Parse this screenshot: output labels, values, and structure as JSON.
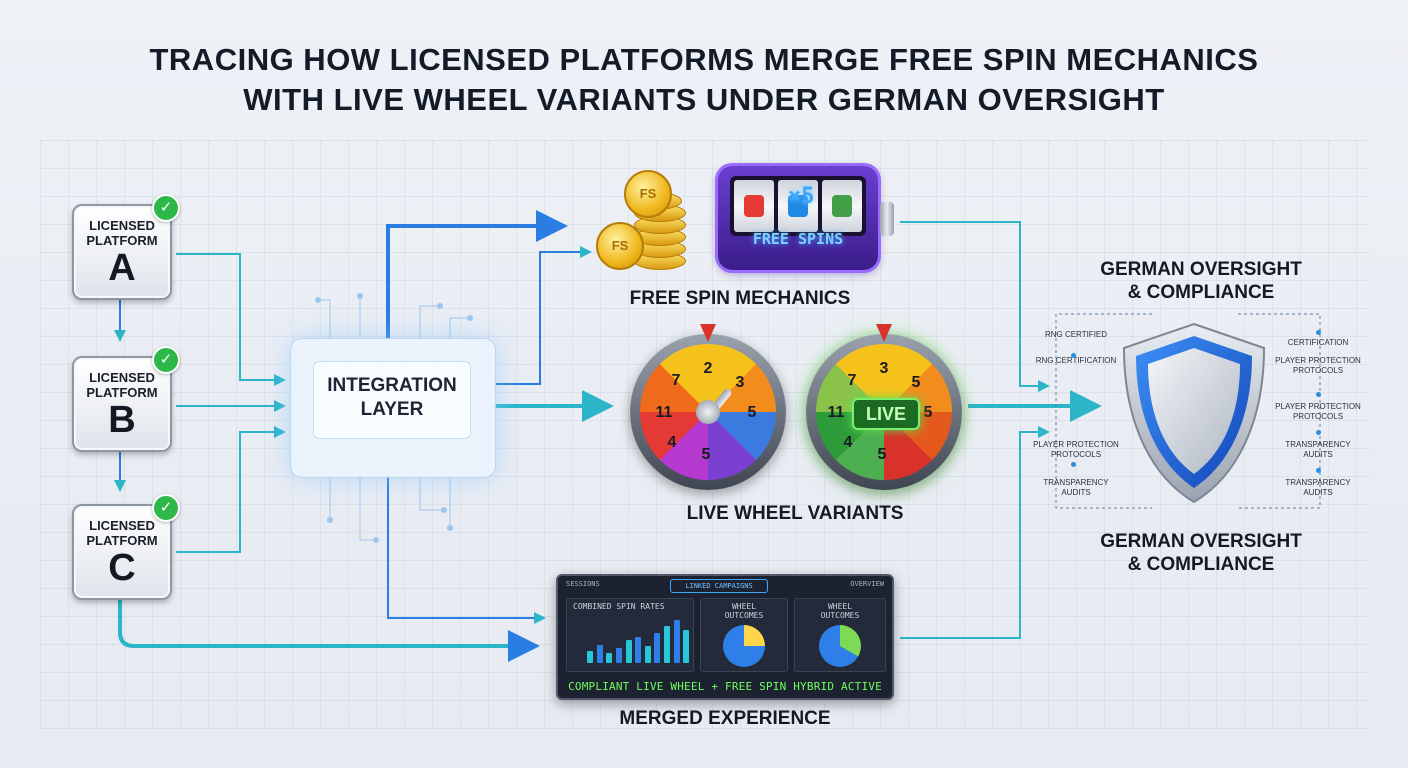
{
  "title_line1": "Tracing How Licensed Platforms Merge Free Spin Mechanics",
  "title_line2": "With Live Wheel Variants Under German Oversight",
  "platforms": [
    {
      "label_line1": "Licensed",
      "label_line2": "Platform",
      "letter": "A"
    },
    {
      "label_line1": "Licensed",
      "label_line2": "Platform",
      "letter": "B"
    },
    {
      "label_line1": "Licensed",
      "label_line2": "Platform",
      "letter": "C"
    }
  ],
  "check_icon": "check-icon",
  "integration": {
    "label_line1": "Integration",
    "label_line2": "Layer"
  },
  "free_spin": {
    "label": "Free Spin Mechanics",
    "coin_text": "FS",
    "slot_multiplier": "×5",
    "slot_text": "FREE SPINS"
  },
  "live_wheel": {
    "label": "Live Wheel Variants",
    "wheel1_numbers": [
      "2",
      "3",
      "5",
      "5",
      "4",
      "11",
      "7"
    ],
    "wheel2_numbers": [
      "3",
      "5",
      "5",
      "5",
      "4",
      "11",
      "7"
    ],
    "live_badge": "LIVE"
  },
  "merged": {
    "label": "Merged Experience",
    "top_left": "SESSIONS",
    "top_center": "LINKED CAMPAIGNS",
    "top_right": "OVERVIEW",
    "panel1_title": "Combined Spin Rates",
    "panel2_title_line1": "Wheel",
    "panel2_title_line2": "Outcomes",
    "panel3_title_line1": "Wheel",
    "panel3_title_line2": "Outcomes",
    "status": "Compliant Live Wheel + Free Spin Hybrid Active",
    "bar_values": [
      0.25,
      0.38,
      0.2,
      0.32,
      0.48,
      0.55,
      0.36,
      0.62,
      0.78,
      0.9,
      0.68
    ]
  },
  "compliance": {
    "title_top_line1": "German Oversight",
    "title_top_line2": "& Compliance",
    "title_bottom_line1": "German Oversight",
    "title_bottom_line2": "& Compliance",
    "left_items": [
      "RNG Certified",
      "RNG Certification",
      "Player Protection Protocols",
      "Transparency Audits"
    ],
    "right_items": [
      "Certification",
      "Player Protection Protocols",
      "Player Protection Protocols",
      "Transparency Audits",
      "Transparency Audits"
    ]
  },
  "colors": {
    "arrow_blue": "#2a7de1",
    "arrow_teal": "#2bb5c9",
    "shield_blue": "#1e6fe0",
    "check_green": "#2fb84a"
  }
}
